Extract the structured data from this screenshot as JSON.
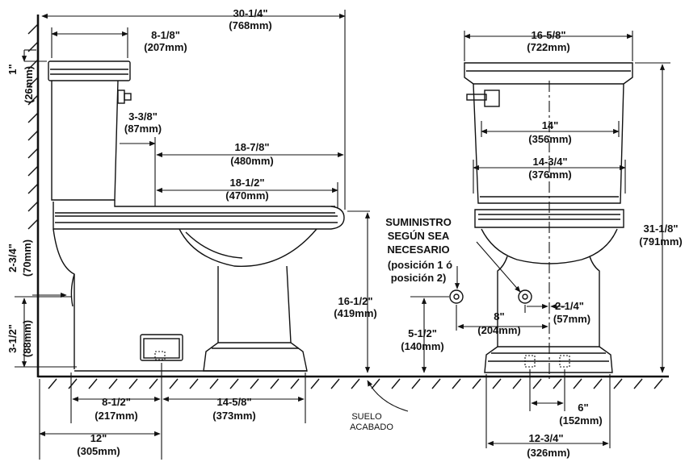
{
  "dims": {
    "overall_length": {
      "in": "30-1/4\"",
      "mm": "(768mm)"
    },
    "tank_depth": {
      "in": "8-1/8\"",
      "mm": "(207mm)"
    },
    "lid_height": {
      "in": "1\"",
      "mm": "(26mm)"
    },
    "tank_offset": {
      "in": "3-3/8\"",
      "mm": "(87mm)"
    },
    "seat_length": {
      "in": "18-7/8\"",
      "mm": "(480mm)"
    },
    "bowl_length": {
      "in": "18-1/2\"",
      "mm": "(470mm)"
    },
    "trapway_height": {
      "in": "2-3/4\"",
      "mm": "(70mm)"
    },
    "base_height": {
      "in": "3-1/2\"",
      "mm": "(88mm)"
    },
    "rim_height": {
      "in": "16-1/2\"",
      "mm": "(419mm)"
    },
    "supply_height": {
      "in": "5-1/2\"",
      "mm": "(140mm)"
    },
    "supply_spacing": {
      "in": "8\"",
      "mm": "(204mm)"
    },
    "supply_offset": {
      "in": "2-1/4\"",
      "mm": "(57mm)"
    },
    "tank_width": {
      "in": "16-5/8\"",
      "mm": "(722mm)"
    },
    "tank_inner_width": {
      "in": "14\"",
      "mm": "(356mm)"
    },
    "tank_body_width": {
      "in": "14-3/4\"",
      "mm": "(376mm)"
    },
    "overall_height": {
      "in": "31-1/8\"",
      "mm": "(791mm)"
    },
    "base_front_1": {
      "in": "8-1/2\"",
      "mm": "(217mm)"
    },
    "base_front_2": {
      "in": "14-5/8\"",
      "mm": "(373mm)"
    },
    "rough_in": {
      "in": "12\"",
      "mm": "(305mm)"
    },
    "bolt_spacing": {
      "in": "6\"",
      "mm": "(152mm)"
    },
    "base_width": {
      "in": "12-3/4\"",
      "mm": "(326mm)"
    }
  },
  "labels": {
    "supply_1": "SUMINISTRO",
    "supply_2": "SEGÚN SEA",
    "supply_3": "NECESARIO",
    "supply_4": "(posición 1 ó",
    "supply_5": "posición 2)",
    "floor_1": "SUELO",
    "floor_2": "ACABADO"
  }
}
